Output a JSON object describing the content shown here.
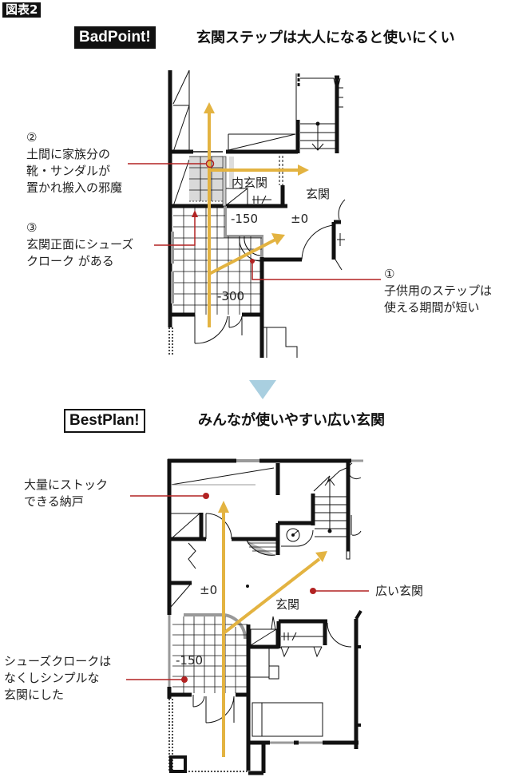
{
  "figure_label": "図表2",
  "colors": {
    "path_arrow": "#E3B341",
    "leader_line": "#B22222",
    "wall": "#111111",
    "transition_triangle": "#A9CFE0",
    "gray_fill": "#D9D9D9"
  },
  "bad_section": {
    "badge": "BadPoint!",
    "heading": "玄関ステップは大人になると使いにくい",
    "annotations": [
      {
        "number": "②",
        "lines": [
          "土間に家族分の",
          "靴・サンダルが",
          "置かれ搬入の邪魔"
        ]
      },
      {
        "number": "③",
        "lines": [
          "玄関正面にシューズ",
          "クローク がある"
        ]
      },
      {
        "number": "①",
        "lines": [
          "子供用のステップは",
          "使える期間が短い"
        ]
      }
    ],
    "room_labels": {
      "inner_entrance": "内玄関",
      "entrance": "玄関",
      "level_minus150": "-150",
      "level_zero": "±0",
      "level_minus300": "-300"
    }
  },
  "transition_icon": "down-triangle-icon",
  "best_section": {
    "badge": "BestPlan!",
    "heading": "みんなが使いやすい広い玄関",
    "annotations": [
      {
        "lines": [
          "大量にストック",
          "できる納戸"
        ]
      },
      {
        "lines": [
          "広い玄関"
        ]
      },
      {
        "lines": [
          "シューズクロークは",
          "なくしシンプルな",
          "玄関にした"
        ]
      }
    ],
    "room_labels": {
      "level_zero": "±0",
      "entrance": "玄関",
      "level_minus150": "-150"
    }
  }
}
